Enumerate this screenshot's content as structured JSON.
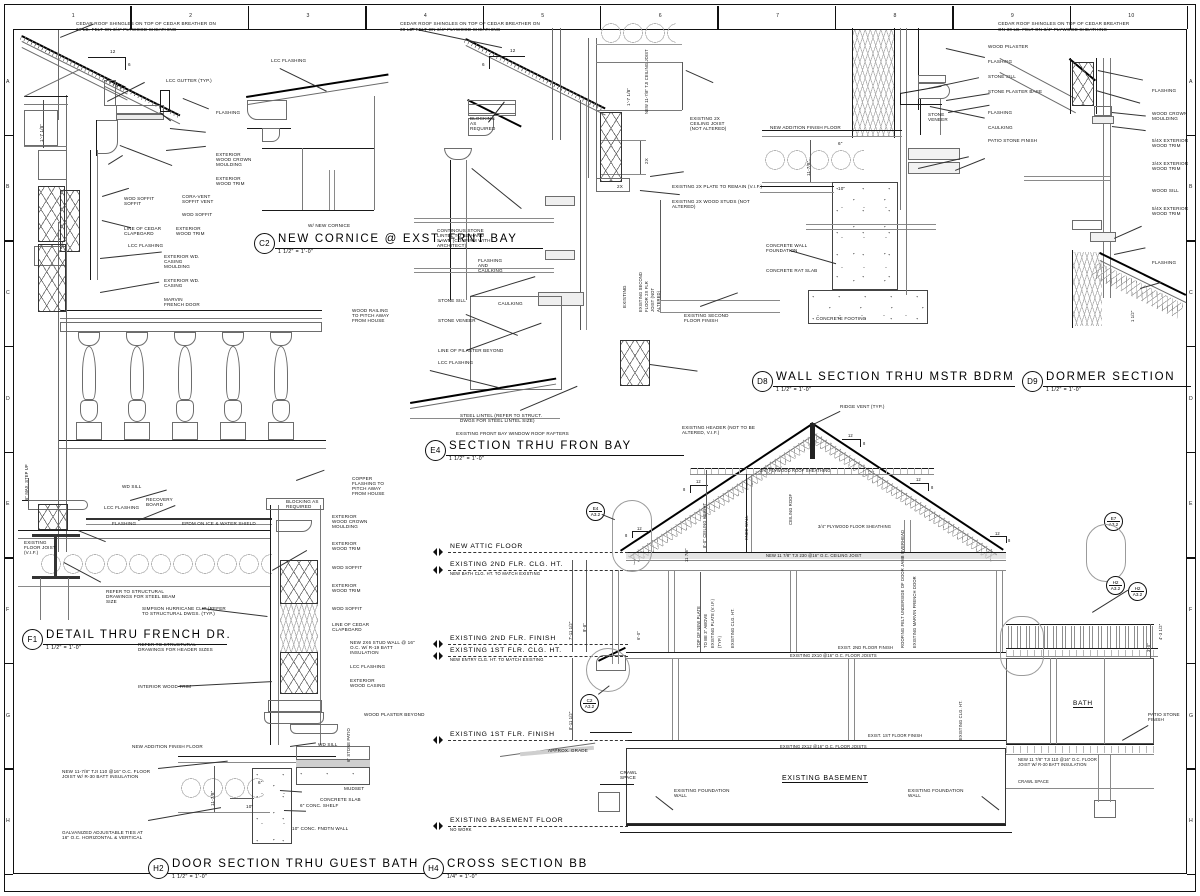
{
  "sheet": {
    "zone_columns": [
      "1",
      "2",
      "3",
      "4",
      "5",
      "6",
      "7",
      "8",
      "9",
      "10"
    ],
    "zone_rows": [
      "A",
      "B",
      "C",
      "D",
      "E",
      "F",
      "G",
      "H"
    ]
  },
  "details": [
    {
      "id": "C2",
      "title": "NEW CORNICE @ EXST. FRNT BAY",
      "scale": "1 1/2\" = 1'-0\""
    },
    {
      "id": "E4",
      "title": "SECTION TRHU FRON BAY",
      "scale": "1 1/2\" = 1'-0\""
    },
    {
      "id": "D8",
      "title": "WALL SECTION TRHU MSTR BDRM",
      "scale": "1 1/2\" = 1'-0\""
    },
    {
      "id": "D9",
      "title": "DORMER SECTION",
      "scale": "1 1/2\" = 1'-0\""
    },
    {
      "id": "F1",
      "title": "DETAIL THRU FRENCH DR.",
      "scale": "1 1/2\" = 1'-0\""
    },
    {
      "id": "H2",
      "title": "DOOR SECTION TRHU GUEST BATH",
      "scale": "1 1/2\" = 1'-0\""
    },
    {
      "id": "H4",
      "title": "CROSS SECTION BB",
      "scale": "1/4\" = 1'-0\""
    }
  ],
  "reference_bubbles": [
    {
      "top": "E4",
      "bottom": "A3.2"
    },
    {
      "top": "C2",
      "bottom": "A3.2"
    },
    {
      "top": "E7",
      "bottom": "A3.2"
    },
    {
      "top": "H2",
      "bottom": "A3.2"
    },
    {
      "top": "H2",
      "bottom": "A3.2"
    }
  ],
  "detail_c2": {
    "notes": [
      "CEDAR ROOF SHINGLES ON TOP OF CEDAR BREATHER ON",
      "30 LB. FELT ON 3/4\" PLYWOOD SHEATHING",
      "LCC GUTTER (TYP.)",
      "FLASHING",
      "EXTERIOR",
      "WOOD CROWN",
      "MOULDING",
      "EXTERIOR",
      "WOOD TRIM",
      "CORA-VENT",
      "SOFFIT VENT",
      "WOD SOFFIT",
      "WOD SOFFIT",
      "LINE OF CEDAR",
      "CLAPBOARD",
      "LCC FLASHING",
      "EXTERIOR WD.",
      "CASING",
      "MOULDING",
      "EXTERIOR WD.",
      "CASING",
      "MARVIN",
      "FRENCH DOOR",
      "LCC FLASHING",
      "W/ NEW CORNICE"
    ],
    "pitch": {
      "run": "12",
      "rise": "6"
    },
    "dim_vertical": "1'-7 1/8\""
  },
  "detail_e4": {
    "notes": [
      "CEDAR ROOF SHINGLES ON TOP OF CEDAR BREATHER ON",
      "30 LB. FELT ON 3/4\" PLYWOOD SHEATHING",
      "BLOCKING",
      "AS",
      "REQUIRED",
      "2X",
      "2X",
      "2X",
      "EXISTING 2X",
      "CEILING JOIST",
      "(NOT ALTERED)",
      "EXISTING 2X PLATE TO REMAIN (V.I.F.)",
      "EXISTING 2X WOOD STUDS (NOT",
      "ALTERED)",
      "CONTINOUS STONE",
      "LINTEL TO BE HAND",
      "SAWN (CONFIRM WITH",
      "ARCHITECT)",
      "FLASHING",
      "AND",
      "CAULKING",
      "STONE SILL",
      "CAULKING",
      "STONE VENEER",
      "LINE OF PILASTER BEYOND",
      "LCC FLASHING",
      "STEEL LINTEL (REFER TO STRUCT.",
      "DWGS FOR STEEL LINTEL SIZE)",
      "EXISTING FRONT BAY WINDOW ROOF RAFTERS",
      "EXISTING SECOND",
      "FLOOR FINISH",
      "EXISTING HEADER (NOT TO BE",
      "ALTERED, V.I.F.)",
      "EXISTING",
      "EXISTING SECOND FLOOR 2X FLR JOIST (NOT ALTERED)"
    ],
    "pitch": {
      "run": "12",
      "rise": "6"
    },
    "dim_vertical": "1'-7 1/8\"",
    "dim_joist": "NEW 11-7/8\" TJI CEILING JOIST"
  },
  "detail_d8": {
    "notes": [
      "WOOD PILASTER",
      "FLASHING",
      "STONE SILL",
      "STONE PLASTER BASE",
      "FLASHING",
      "CAULKING",
      "PATIO STONE FINISH",
      "STONE",
      "VENEER",
      "NEW ADDITION FINISH FLOOR",
      "CONCRETE WALL",
      "FOUNDATION",
      "CONCRETE RAT SLAB",
      "CONCRETE FOOTING"
    ],
    "dims": [
      "6\"",
      "10\"",
      "11-7/8\""
    ]
  },
  "detail_d9": {
    "notes": [
      "CEDAR ROOF SHINGLES ON TOP OF CEDAR BREATHER",
      "ON 30 LB. FELT ON 3/4\" PLYWOOD SHEATHING",
      "FLASHING",
      "WOOD CROWN",
      "MOULDING",
      "5/4X EXTERIOR",
      "WOOD TRIM",
      "3/4X EXTERIOR",
      "WOOD TRIM",
      "WOOD SILL",
      "5/4X EXTERIOR",
      "WOOD TRIM",
      "FLASHING"
    ],
    "dim": "1 1/2\""
  },
  "detail_f1": {
    "notes": [
      "WOOD RAILING",
      "TO PITCH AWAY",
      "FROM HOUSE",
      "COPPER",
      "FLASHING TO",
      "PITCH AWAY",
      "FROM HOUSE",
      "BLOCKING AS",
      "REQUIRED",
      "EPDM ON ICE & WATER SHIELD",
      "LCC FLASHING",
      "WD SILL",
      "RECOVERY",
      "BOARD",
      "FLASHING",
      "6\" MAX. STEP UP",
      "EXISTING",
      "FLOOR JOIST",
      "(V.I.F.)",
      "REFER TO STRUCTURAL",
      "DRAWINGS FOR STEEL BEAM",
      "SIZE",
      "SIMPSON HURRICANE CLIP (REFER",
      "TO STRUCTURAL DWGS. (TYP.)",
      "REFER TO STRUCTURAL",
      "DRAWINGS FOR HEADER SIZES",
      "INTERIOR WOOD TRIM",
      "EXTERIOR",
      "WOOD CROWN",
      "MOULDING",
      "EXTERIOR",
      "WOOD TRIM",
      "WOD SOFFIT",
      "EXTERIOR",
      "WOOD TRIM",
      "WOD SOFFIT",
      "LINE OF CEDAR",
      "CLAPBOARD",
      "NEW 2X6 STUD WALL @ 16\"",
      "O.C. W/ R-19 BATT",
      "INSULATION",
      "LCC FLASHING",
      "EXTERIOR",
      "WOOD CASING",
      "WOOD PLASTER BEYOND"
    ]
  },
  "detail_h2": {
    "notes": [
      "NEW ADDITION FINISH FLOOR",
      "NEW 11-7/8\" TJI 110 @16\" O.C. FLOOR",
      "JOIST W/ R-30 BATT INSULATION",
      "GALVANIZED ADJUSTABLE TIES AT",
      "16\" O.C. HORIZONTAL & VERTICAL",
      "WD SILL",
      "MUDSET",
      "CONCRETE SLAB",
      "6\" CONC. SHELF",
      "10\" CONC. FNDTN WALL",
      "6\" STONE PATIO"
    ],
    "dims": [
      "6\"",
      "10\"",
      "11-7/8\""
    ]
  },
  "cross_section_bb": {
    "levels": [
      {
        "title": "NEW ATTIC FLOOR",
        "sub": ""
      },
      {
        "title": "EXISTING 2ND FLR. CLG. HT.",
        "sub": "NEW BATH CLG. HT. TO MATCH EXISTING"
      },
      {
        "title": "EXISTING 2ND FLR. FINISH",
        "sub": ""
      },
      {
        "title": "EXISTING 1ST FLR. CLG. HT.",
        "sub": "NEW ENTRY CLG. HT. TO MATCH EXISTING"
      },
      {
        "title": "EXISTING 1ST FLR. FINISH",
        "sub": ""
      },
      {
        "title": "EXISTING BASEMENT FLOOR",
        "sub": "NO WORK"
      }
    ],
    "notes": [
      "RIDGE VENT (TYP.)",
      "3/4\" PLYWOOD FLOOR SHEATHING",
      "NEW 11 7/8\" TJI 230 @16\" O.C. CEILING JOIST",
      "EXIST. 2ND FLOOR FINISH",
      "EXISTING 2X10 @16\" O.C. FLOOR JOISTS",
      "EXIST. 1ST FLOOR FINISH",
      "EXISTING 2X12 @16\" O.C. FLOOR JOISTS",
      "EXISTING FOUNDATION",
      "WALL",
      "EXISTING FOUNDATION",
      "WALL",
      "CRAWL",
      "SPACE",
      "CRAWL SPACE",
      "APPROX. GRADE",
      "NEW 11 7/8\" TJI 110 @16\" O.C. FLOOR",
      "JOIST W/ R-30 BATT INSULATION",
      "PATIO STONE",
      "FINISH",
      "KNEE WALL",
      "3/4\" PLYWOOD ROOF SHEATHING",
      "TOP OF NEW PLATE",
      "TO BE 3\" ABOVE",
      "EXISTING PLATE (V.I.F.)",
      "(TYP.)",
      "EXISTING CLG. HT.",
      "CEILING ROOF",
      "ROOFING FELT UNDERSIDE OF DOOR JAMB OVERHEAD",
      "EXISTING MARVIN FRENCH DOOR",
      "EXISTING CLG. HT."
    ],
    "room_labels": [
      "EXISTING BASEMENT",
      "BATH"
    ],
    "dims": [
      "8'-0\" CEILING HEIGHT",
      "9'-8\"",
      "7'-11 1/2\"",
      "8'-11 1/2\"",
      "6'-0\"",
      "3'-0\"",
      "4'-3 1/2\"",
      "11 7/8\""
    ],
    "pitches": [
      {
        "run": "12",
        "rise": "8"
      },
      {
        "run": "12",
        "rise": "8"
      },
      {
        "run": "12",
        "rise": "8"
      },
      {
        "run": "12",
        "rise": "8"
      },
      {
        "run": "12",
        "rise": "8"
      }
    ]
  }
}
